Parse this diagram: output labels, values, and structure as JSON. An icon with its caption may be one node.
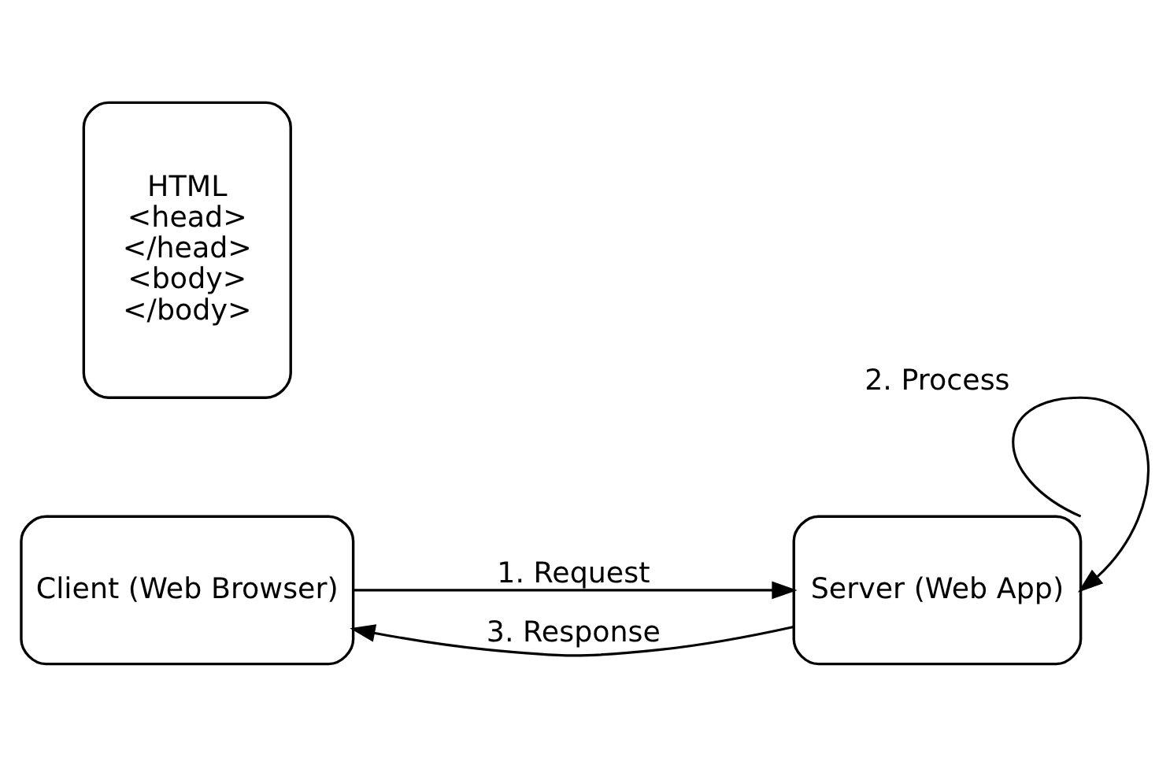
{
  "diagram": {
    "nodes": [
      {
        "text": [
          "Client (Web Browser)"
        ]
      },
      {
        "text": [
          "Server (Web App)"
        ]
      },
      {
        "text": [
          "HTML",
          "<head>",
          "</head>",
          "<body>",
          "</body>"
        ]
      }
    ],
    "edges": [
      {
        "from": 0,
        "to": 1,
        "arrow": "to",
        "label": "1. Request"
      },
      {
        "from": 1,
        "to": 1,
        "arrow": "to",
        "label": "2. Process"
      },
      {
        "from": 1,
        "to": 0,
        "arrow": "to",
        "label": "3. Response"
      }
    ]
  }
}
